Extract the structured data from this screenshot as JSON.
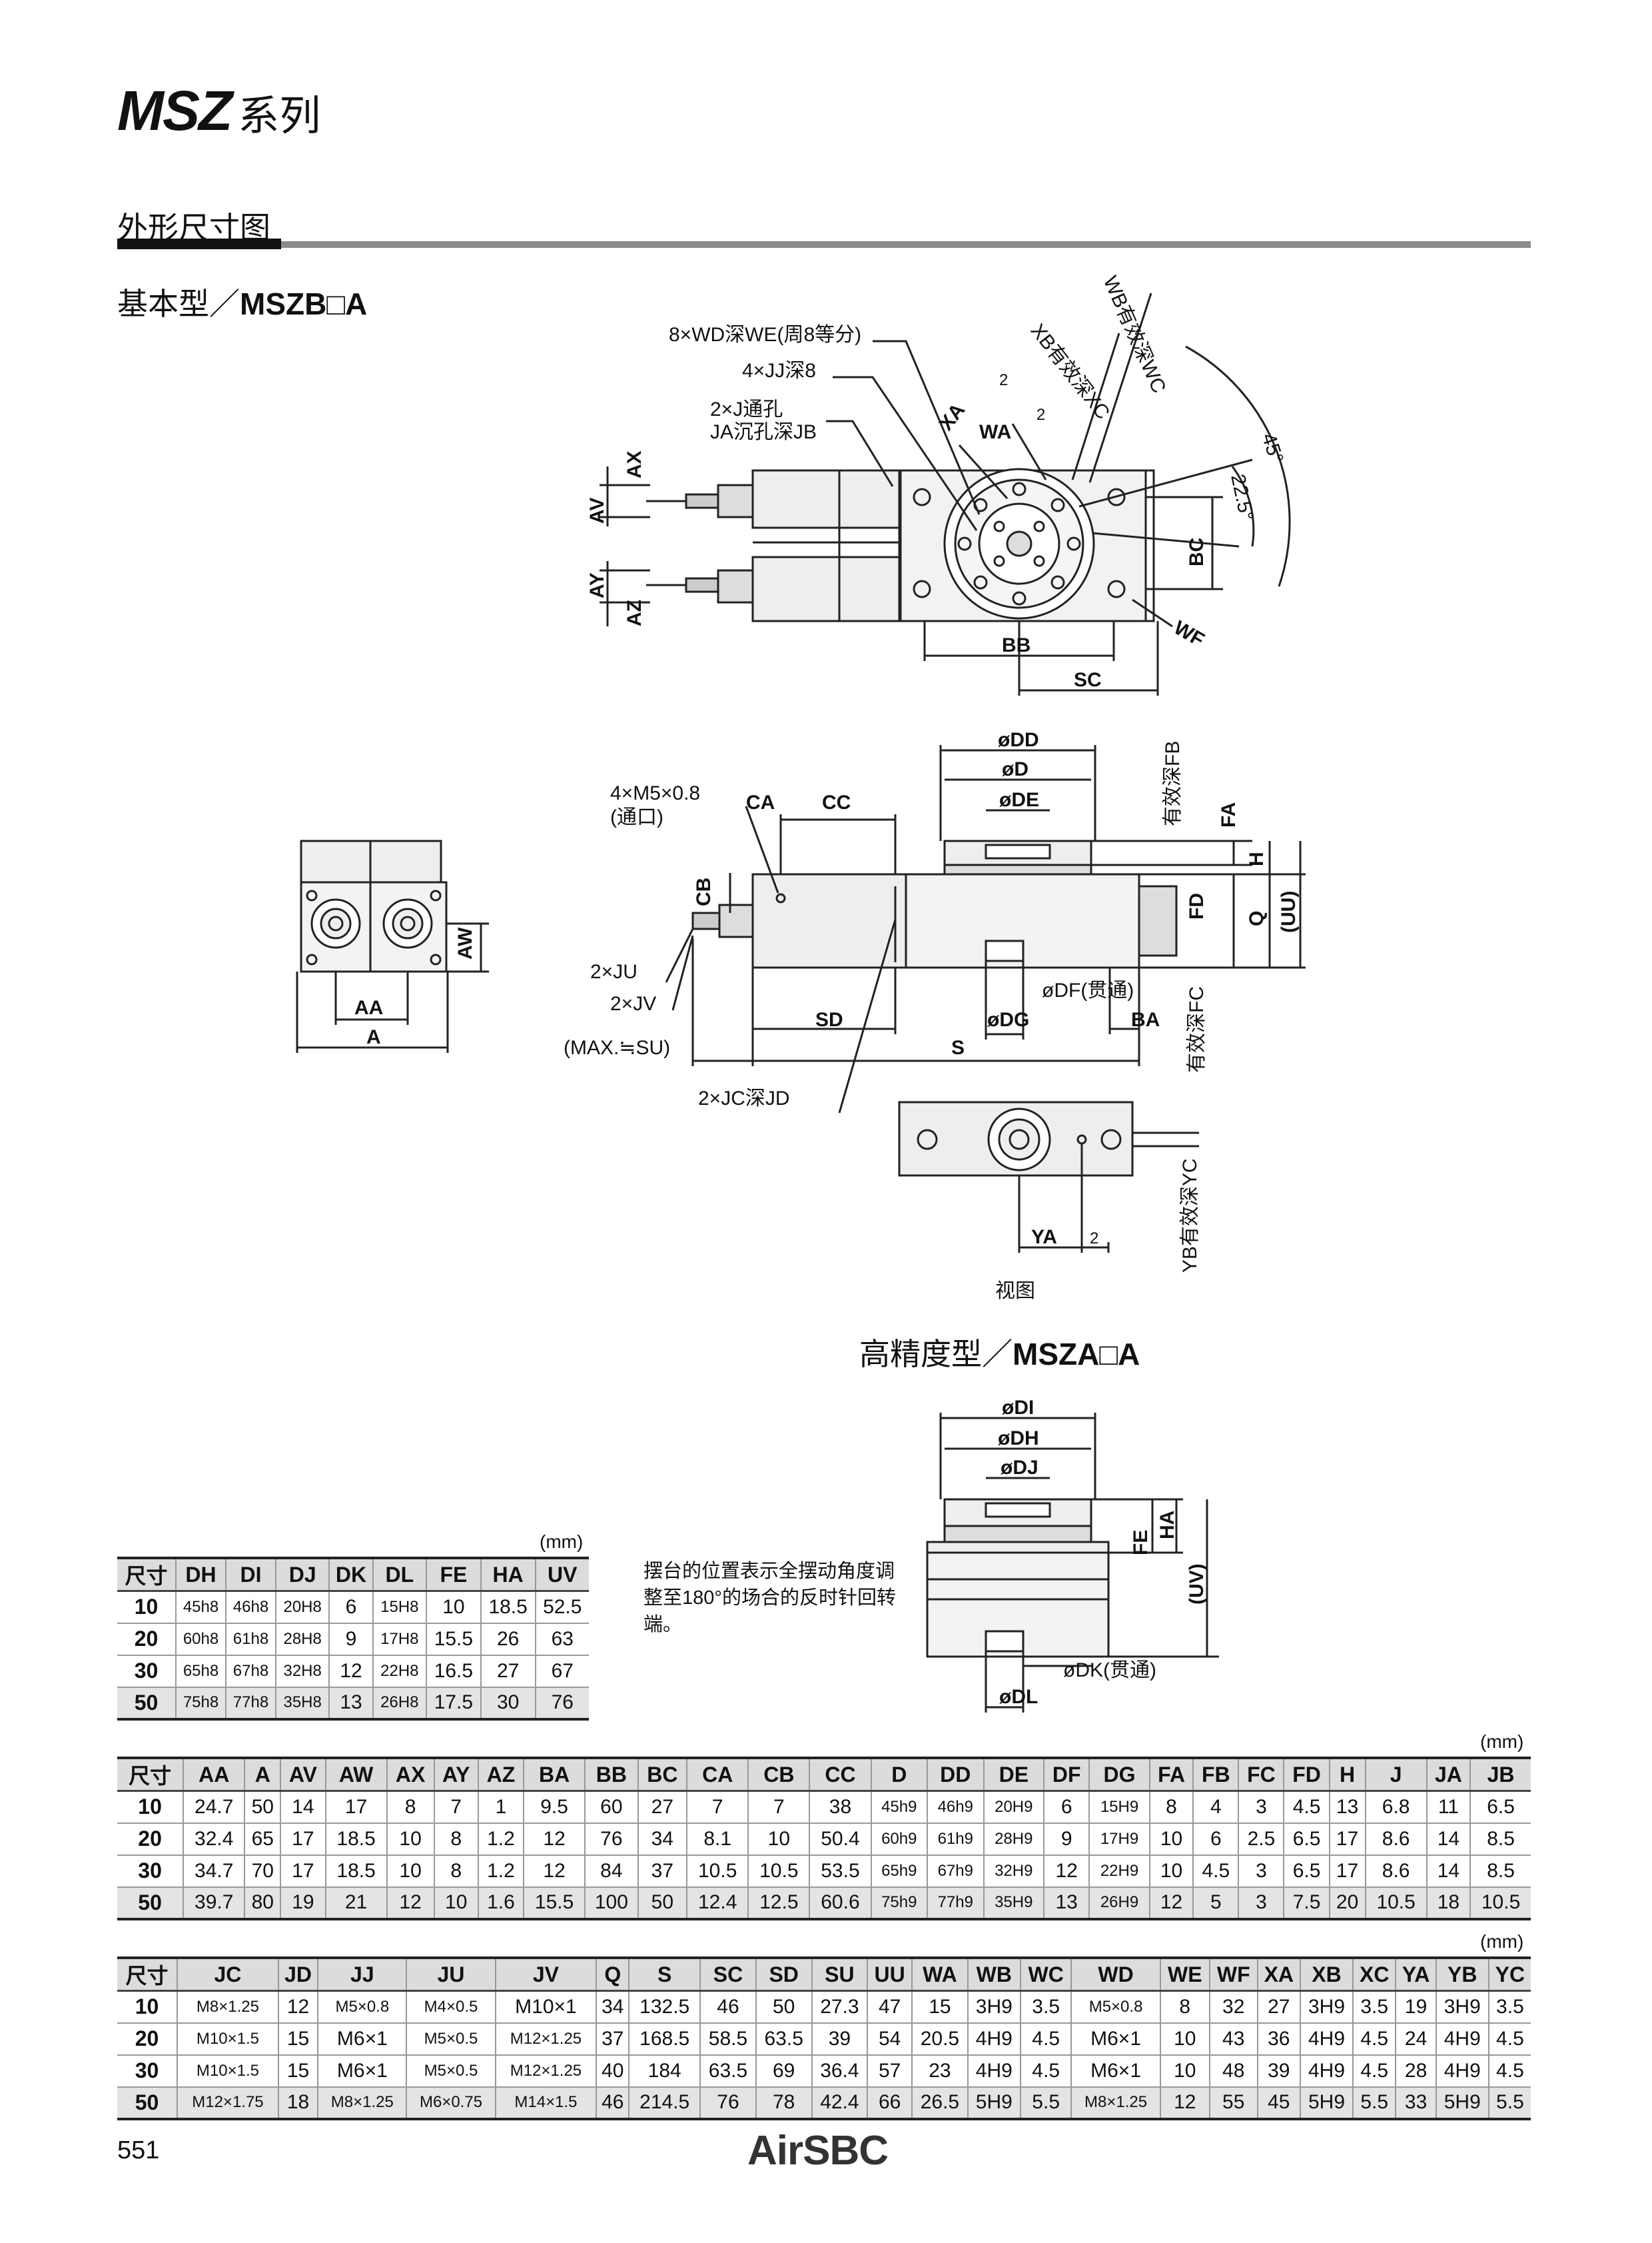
{
  "header": {
    "series": "MSZ",
    "series_suffix": "系列"
  },
  "section_title": "外形尺寸图",
  "basic_type": {
    "cn": "基本型／",
    "model": "MSZB□A"
  },
  "high_precision": {
    "cn": "高精度型／",
    "model": "MSZA□A"
  },
  "note": "摆台的位置表示全摆动角度调整至180°的场合的反时针回转端。",
  "view_label": "视图",
  "page_number": "551",
  "logo": "AirSBC",
  "unit": "(mm)",
  "callouts": {
    "wd": "8×WD深WE(周8等分)",
    "jj": "4×JJ深8",
    "j": "2×J通孔",
    "ja": "JA沉孔深JB",
    "m5": "4×M5×0.8",
    "m5b": "(通口)",
    "ju": "2×JU",
    "jv": "2×JV",
    "su": "(MAX.≒SU)",
    "jc": "2×JC深JD",
    "df": "øDF(贯通)",
    "dk": "øDK(贯通)",
    "fb": "有效深FB",
    "fc": "有效深FC",
    "yc": "YB有效深YC",
    "xb": "XB有效深XC",
    "wb": "WB有效深WC"
  },
  "dim_labels": {
    "ax": "AX",
    "av": "AV",
    "ay": "AY",
    "az": "AZ",
    "xa": "XA",
    "wa": "WA",
    "two": "2",
    "deg45": "45°",
    "deg22": "22.5°",
    "bc": "BC",
    "wf": "WF",
    "bb": "BB",
    "sc": "SC",
    "dd": "øDD",
    "d": "øD",
    "de": "øDE",
    "fa": "FA",
    "h": "H",
    "fd": "FD",
    "q": "Q",
    "uu": "(UU)",
    "ca": "CA",
    "cc": "CC",
    "cb": "CB",
    "sd": "SD",
    "s": "S",
    "ba": "BA",
    "dg": "øDG",
    "aw": "AW",
    "aa": "AA",
    "a": "A",
    "ya": "YA",
    "di": "øDI",
    "dh": "øDH",
    "dj": "øDJ",
    "fe": "FE",
    "ha": "HA",
    "uv": "(UV)",
    "dl": "øDL"
  },
  "table1": {
    "columns": [
      "尺寸",
      "DH",
      "DI",
      "DJ",
      "DK",
      "DL",
      "FE",
      "HA",
      "UV"
    ],
    "rows": [
      [
        "10",
        "45h8",
        "46h8",
        "20H8",
        "6",
        "15H8",
        "10",
        "18.5",
        "52.5"
      ],
      [
        "20",
        "60h8",
        "61h8",
        "28H8",
        "9",
        "17H8",
        "15.5",
        "26",
        "63"
      ],
      [
        "30",
        "65h8",
        "67h8",
        "32H8",
        "12",
        "22H8",
        "16.5",
        "27",
        "67"
      ],
      [
        "50",
        "75h8",
        "77h8",
        "35H8",
        "13",
        "26H8",
        "17.5",
        "30",
        "76"
      ]
    ]
  },
  "table2": {
    "columns": [
      "尺寸",
      "AA",
      "A",
      "AV",
      "AW",
      "AX",
      "AY",
      "AZ",
      "BA",
      "BB",
      "BC",
      "CA",
      "CB",
      "CC",
      "D",
      "DD",
      "DE",
      "DF",
      "DG",
      "FA",
      "FB",
      "FC",
      "FD",
      "H",
      "J",
      "JA",
      "JB"
    ],
    "rows": [
      [
        "10",
        "24.7",
        "50",
        "14",
        "17",
        "8",
        "7",
        "1",
        "9.5",
        "60",
        "27",
        "7",
        "7",
        "38",
        "45h9",
        "46h9",
        "20H9",
        "6",
        "15H9",
        "8",
        "4",
        "3",
        "4.5",
        "13",
        "6.8",
        "11",
        "6.5"
      ],
      [
        "20",
        "32.4",
        "65",
        "17",
        "18.5",
        "10",
        "8",
        "1.2",
        "12",
        "76",
        "34",
        "8.1",
        "10",
        "50.4",
        "60h9",
        "61h9",
        "28H9",
        "9",
        "17H9",
        "10",
        "6",
        "2.5",
        "6.5",
        "17",
        "8.6",
        "14",
        "8.5"
      ],
      [
        "30",
        "34.7",
        "70",
        "17",
        "18.5",
        "10",
        "8",
        "1.2",
        "12",
        "84",
        "37",
        "10.5",
        "10.5",
        "53.5",
        "65h9",
        "67h9",
        "32H9",
        "12",
        "22H9",
        "10",
        "4.5",
        "3",
        "6.5",
        "17",
        "8.6",
        "14",
        "8.5"
      ],
      [
        "50",
        "39.7",
        "80",
        "19",
        "21",
        "12",
        "10",
        "1.6",
        "15.5",
        "100",
        "50",
        "12.4",
        "12.5",
        "60.6",
        "75h9",
        "77h9",
        "35H9",
        "13",
        "26H9",
        "12",
        "5",
        "3",
        "7.5",
        "20",
        "10.5",
        "18",
        "10.5"
      ]
    ]
  },
  "table3": {
    "columns": [
      "尺寸",
      "JC",
      "JD",
      "JJ",
      "JU",
      "JV",
      "Q",
      "S",
      "SC",
      "SD",
      "SU",
      "UU",
      "WA",
      "WB",
      "WC",
      "WD",
      "WE",
      "WF",
      "XA",
      "XB",
      "XC",
      "YA",
      "YB",
      "YC"
    ],
    "rows": [
      [
        "10",
        "M8×1.25",
        "12",
        "M5×0.8",
        "M4×0.5",
        "M10×1",
        "34",
        "132.5",
        "46",
        "50",
        "27.3",
        "47",
        "15",
        "3H9",
        "3.5",
        "M5×0.8",
        "8",
        "32",
        "27",
        "3H9",
        "3.5",
        "19",
        "3H9",
        "3.5"
      ],
      [
        "20",
        "M10×1.5",
        "15",
        "M6×1",
        "M5×0.5",
        "M12×1.25",
        "37",
        "168.5",
        "58.5",
        "63.5",
        "39",
        "54",
        "20.5",
        "4H9",
        "4.5",
        "M6×1",
        "10",
        "43",
        "36",
        "4H9",
        "4.5",
        "24",
        "4H9",
        "4.5"
      ],
      [
        "30",
        "M10×1.5",
        "15",
        "M6×1",
        "M5×0.5",
        "M12×1.25",
        "40",
        "184",
        "63.5",
        "69",
        "36.4",
        "57",
        "23",
        "4H9",
        "4.5",
        "M6×1",
        "10",
        "48",
        "39",
        "4H9",
        "4.5",
        "28",
        "4H9",
        "4.5"
      ],
      [
        "50",
        "M12×1.75",
        "18",
        "M8×1.25",
        "M6×0.75",
        "M14×1.5",
        "46",
        "214.5",
        "76",
        "78",
        "42.4",
        "66",
        "26.5",
        "5H9",
        "5.5",
        "M8×1.25",
        "12",
        "55",
        "45",
        "5H9",
        "5.5",
        "33",
        "5H9",
        "5.5"
      ]
    ]
  }
}
